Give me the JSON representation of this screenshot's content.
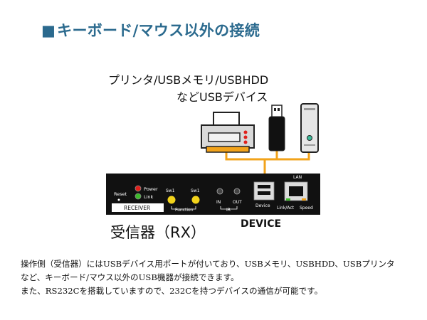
{
  "heading": {
    "square": "■",
    "text": "キーボード/マウス以外の接続"
  },
  "caption": {
    "line1": "プリンタ/USBメモリ/USBHDD",
    "line2": "などUSBデバイス"
  },
  "panel": {
    "reset": "Reset",
    "power": "Power",
    "link": "Link",
    "receiver": "RECEIVER",
    "sw1_left": "Sw1",
    "sw1_right": "Sw1",
    "function": "Function",
    "in": "IN",
    "out": "OUT",
    "ir": "IR",
    "device": "Device",
    "lan": "LAN",
    "link_act": "Link/Act",
    "speed": "Speed"
  },
  "labels": {
    "receiver_jp": "受信器（RX）",
    "device": "DEVICE"
  },
  "description": [
    "操作側（受信器）にはUSBデバイス用ポートが付いており、USBメモリ、USBHDD、USBプリンタ",
    "など、キーボード/マウス以外のUSB機器が接続できます。",
    "また、RS232Cを搭載していますので、232Cを持つデバイスの通信が可能です。"
  ],
  "colors": {
    "heading": "#2b6a8e",
    "cable": "#f2a31b",
    "panel": "#111111",
    "power_led": "#e0201b",
    "link_led": "#3dbb2b",
    "switch": "#f2d31b"
  }
}
